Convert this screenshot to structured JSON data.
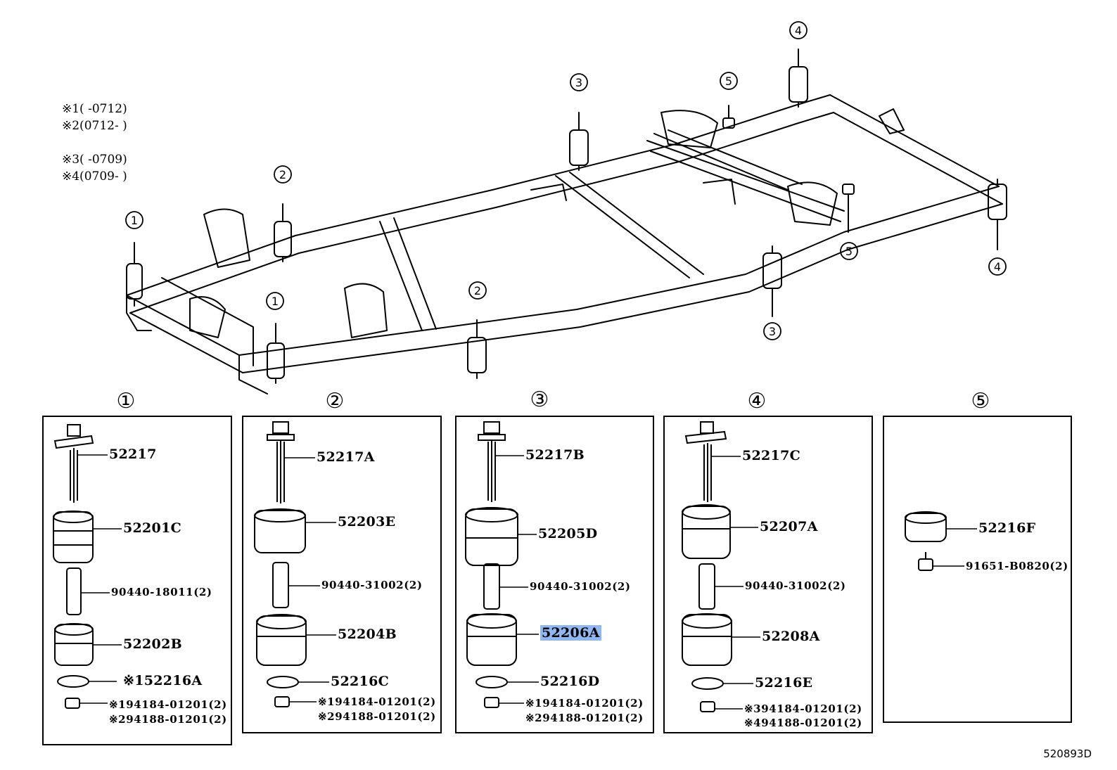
{
  "notes": [
    "※1(  -0712)",
    "※2(0712-  )",
    "※3(  -0709)",
    "※4(0709-  )"
  ],
  "frame_markers": [
    "①",
    "②",
    "③",
    "④",
    "⑤"
  ],
  "groups": [
    {
      "marker": "①",
      "parts": [
        "52217",
        "52201C",
        "90440-18011(2)",
        "52202B",
        "※152216A",
        "※194184-01201(2)",
        "※294188-01201(2)"
      ]
    },
    {
      "marker": "②",
      "parts": [
        "52217A",
        "52203E",
        "90440-31002(2)",
        "52204B",
        "52216C",
        "※194184-01201(2)",
        "※294188-01201(2)"
      ]
    },
    {
      "marker": "③",
      "parts": [
        "52217B",
        "52205D",
        "90440-31002(2)",
        "52206A",
        "52216D",
        "※194184-01201(2)",
        "※294188-01201(2)"
      ],
      "highlighted_part": "52206A"
    },
    {
      "marker": "④",
      "parts": [
        "52217C",
        "52207A",
        "90440-31002(2)",
        "52208A",
        "52216E",
        "※394184-01201(2)",
        "※494188-01201(2)"
      ]
    },
    {
      "marker": "⑤",
      "parts": [
        "52216F",
        "91651-B0820(2)"
      ]
    }
  ],
  "figure_id": "520893D",
  "highlight_color": "#8fb8f2"
}
